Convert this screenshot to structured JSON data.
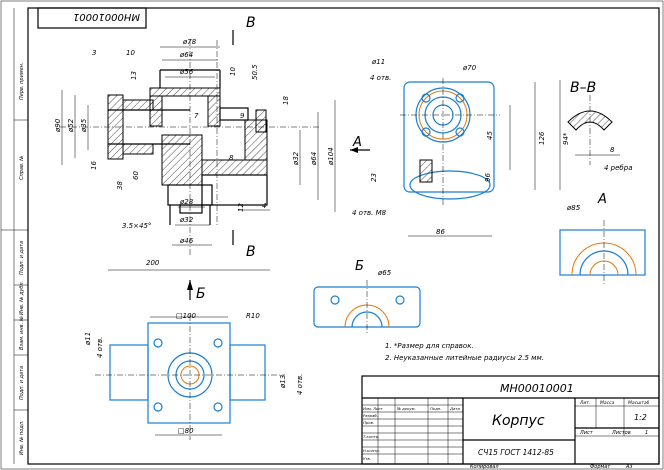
{
  "drawing_number_rotated": "МН00010001",
  "side_labels": [
    "Перв. примен.",
    "Справ. №",
    "Подп. и дата",
    "Инв. № дубл.",
    "Взам. инв. №",
    "Подп. и дата",
    "Инв. № подл."
  ],
  "section_labels": {
    "b_top": "В",
    "b_bottom": "В",
    "a": "А",
    "bv": "Б",
    "bv_bottom": "Б",
    "bb": "В–В",
    "a_view": "А"
  },
  "dims_main": [
    "ø78",
    "ø64",
    "ø56",
    "3",
    "10",
    "13",
    "10",
    "50.5",
    "ø90",
    "ø52",
    "ø35",
    "16",
    "7",
    "9",
    "18",
    "ø32",
    "ø64",
    "ø104",
    "38",
    "60",
    "8",
    "ø28",
    "ø32",
    "ø46",
    "3.5×45°",
    "12",
    "4",
    "200"
  ],
  "dims_side": [
    "ø11",
    "4 отв.",
    "ø70",
    "126",
    "94*",
    "45",
    "23",
    "96",
    "86",
    "4 отв. М8",
    "8",
    "4 ребра",
    "ø85",
    "ø65"
  ],
  "dims_bottom": [
    "□100",
    "R10",
    "ø11",
    "4 отв.",
    "ø13",
    "4 отв.",
    "□80"
  ],
  "notes": [
    "1. *Размер для справок.",
    "2. Неуказанные литейные радиусы 2.5 мм."
  ],
  "title_block": {
    "doc_number": "МН00010001",
    "name": "Корпус",
    "material": "СЧ15  ГОСТ 1412-85",
    "col_lit": "Лит.",
    "col_mass": "Масса",
    "col_scale": "Масштаб",
    "scale": "1:2",
    "sheet": "Лист",
    "sheets": "Листов",
    "sheets_count": "1",
    "rows": [
      "Изм. Лист",
      "№ докум.",
      "Подп.",
      "Дата",
      "Разраб.",
      "Пров.",
      "Т.контр.",
      "Н.контр.",
      "Утв."
    ],
    "copied": "Копировал",
    "format": "Формат",
    "format_val": "A3"
  }
}
